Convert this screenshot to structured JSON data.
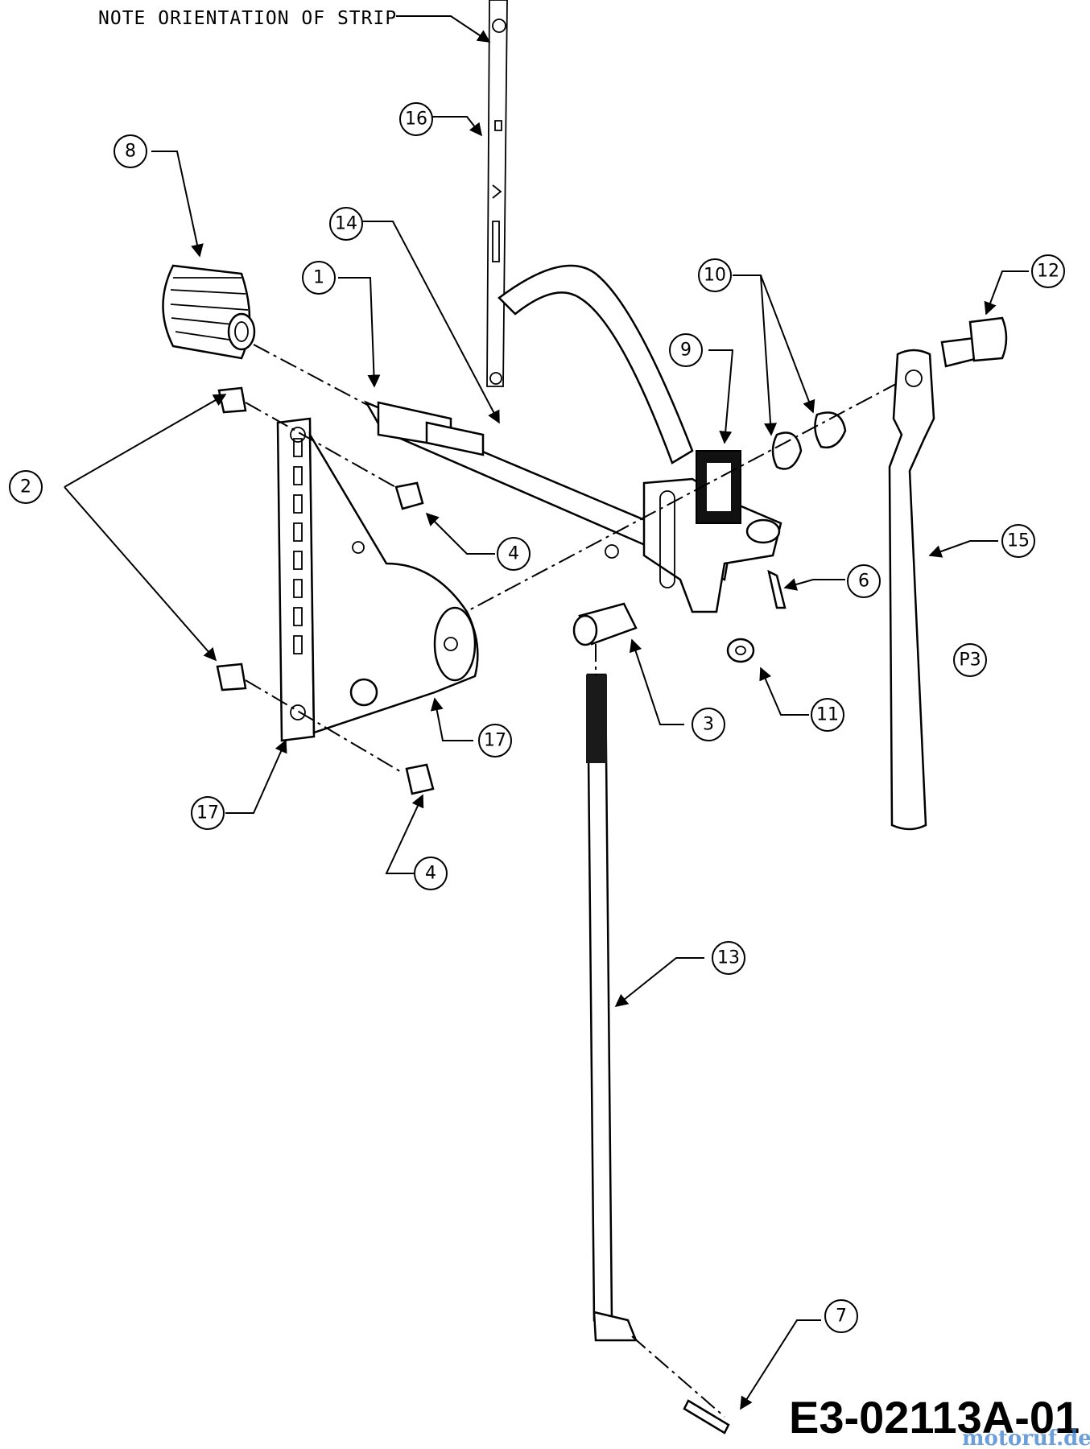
{
  "note": "NOTE ORIENTATION OF STRIP",
  "drawing_id": "E3-02113A-01",
  "watermark": "motoruf.de",
  "callouts": {
    "c1": "1",
    "c2": "2",
    "c3": "3",
    "c4a": "4",
    "c4b": "4",
    "c6": "6",
    "c7": "7",
    "c8": "8",
    "c9": "9",
    "c10": "10",
    "c11": "11",
    "c12": "12",
    "c13": "13",
    "c14": "14",
    "c15": "15",
    "c16": "16",
    "c17a": "17",
    "c17b": "17",
    "p3": "P3"
  }
}
